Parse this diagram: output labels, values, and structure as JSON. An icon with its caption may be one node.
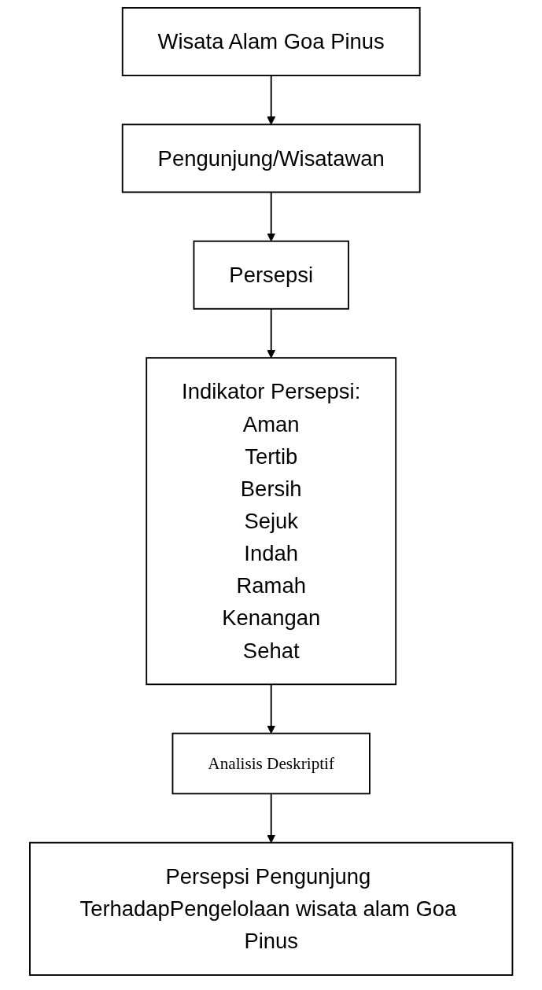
{
  "diagram": {
    "nodes": [
      {
        "text": [
          "Wisata Alam Goa Pinus"
        ]
      },
      {
        "text": [
          "Pengunjung/Wisatawan"
        ]
      },
      {
        "text": [
          "Persepsi"
        ]
      },
      {
        "text": [
          "Indikator Persepsi:",
          "Aman",
          "Tertib",
          "Bersih",
          "Sejuk",
          "Indah",
          "Ramah",
          "Kenangan",
          "Sehat"
        ]
      },
      {
        "text": [
          "Analisis Deskriptif"
        ]
      },
      {
        "text": [
          "Persepsi Pengunjung TerhadapPengelolaan wisata alam Goa Pinus"
        ]
      }
    ],
    "edges": [
      {
        "from": 0,
        "to": 1,
        "arrow": "to"
      },
      {
        "from": 1,
        "to": 2,
        "arrow": "to"
      },
      {
        "from": 2,
        "to": 3,
        "arrow": "to"
      },
      {
        "from": 3,
        "to": 4,
        "arrow": "to"
      },
      {
        "from": 4,
        "to": 5,
        "arrow": "to"
      }
    ]
  }
}
